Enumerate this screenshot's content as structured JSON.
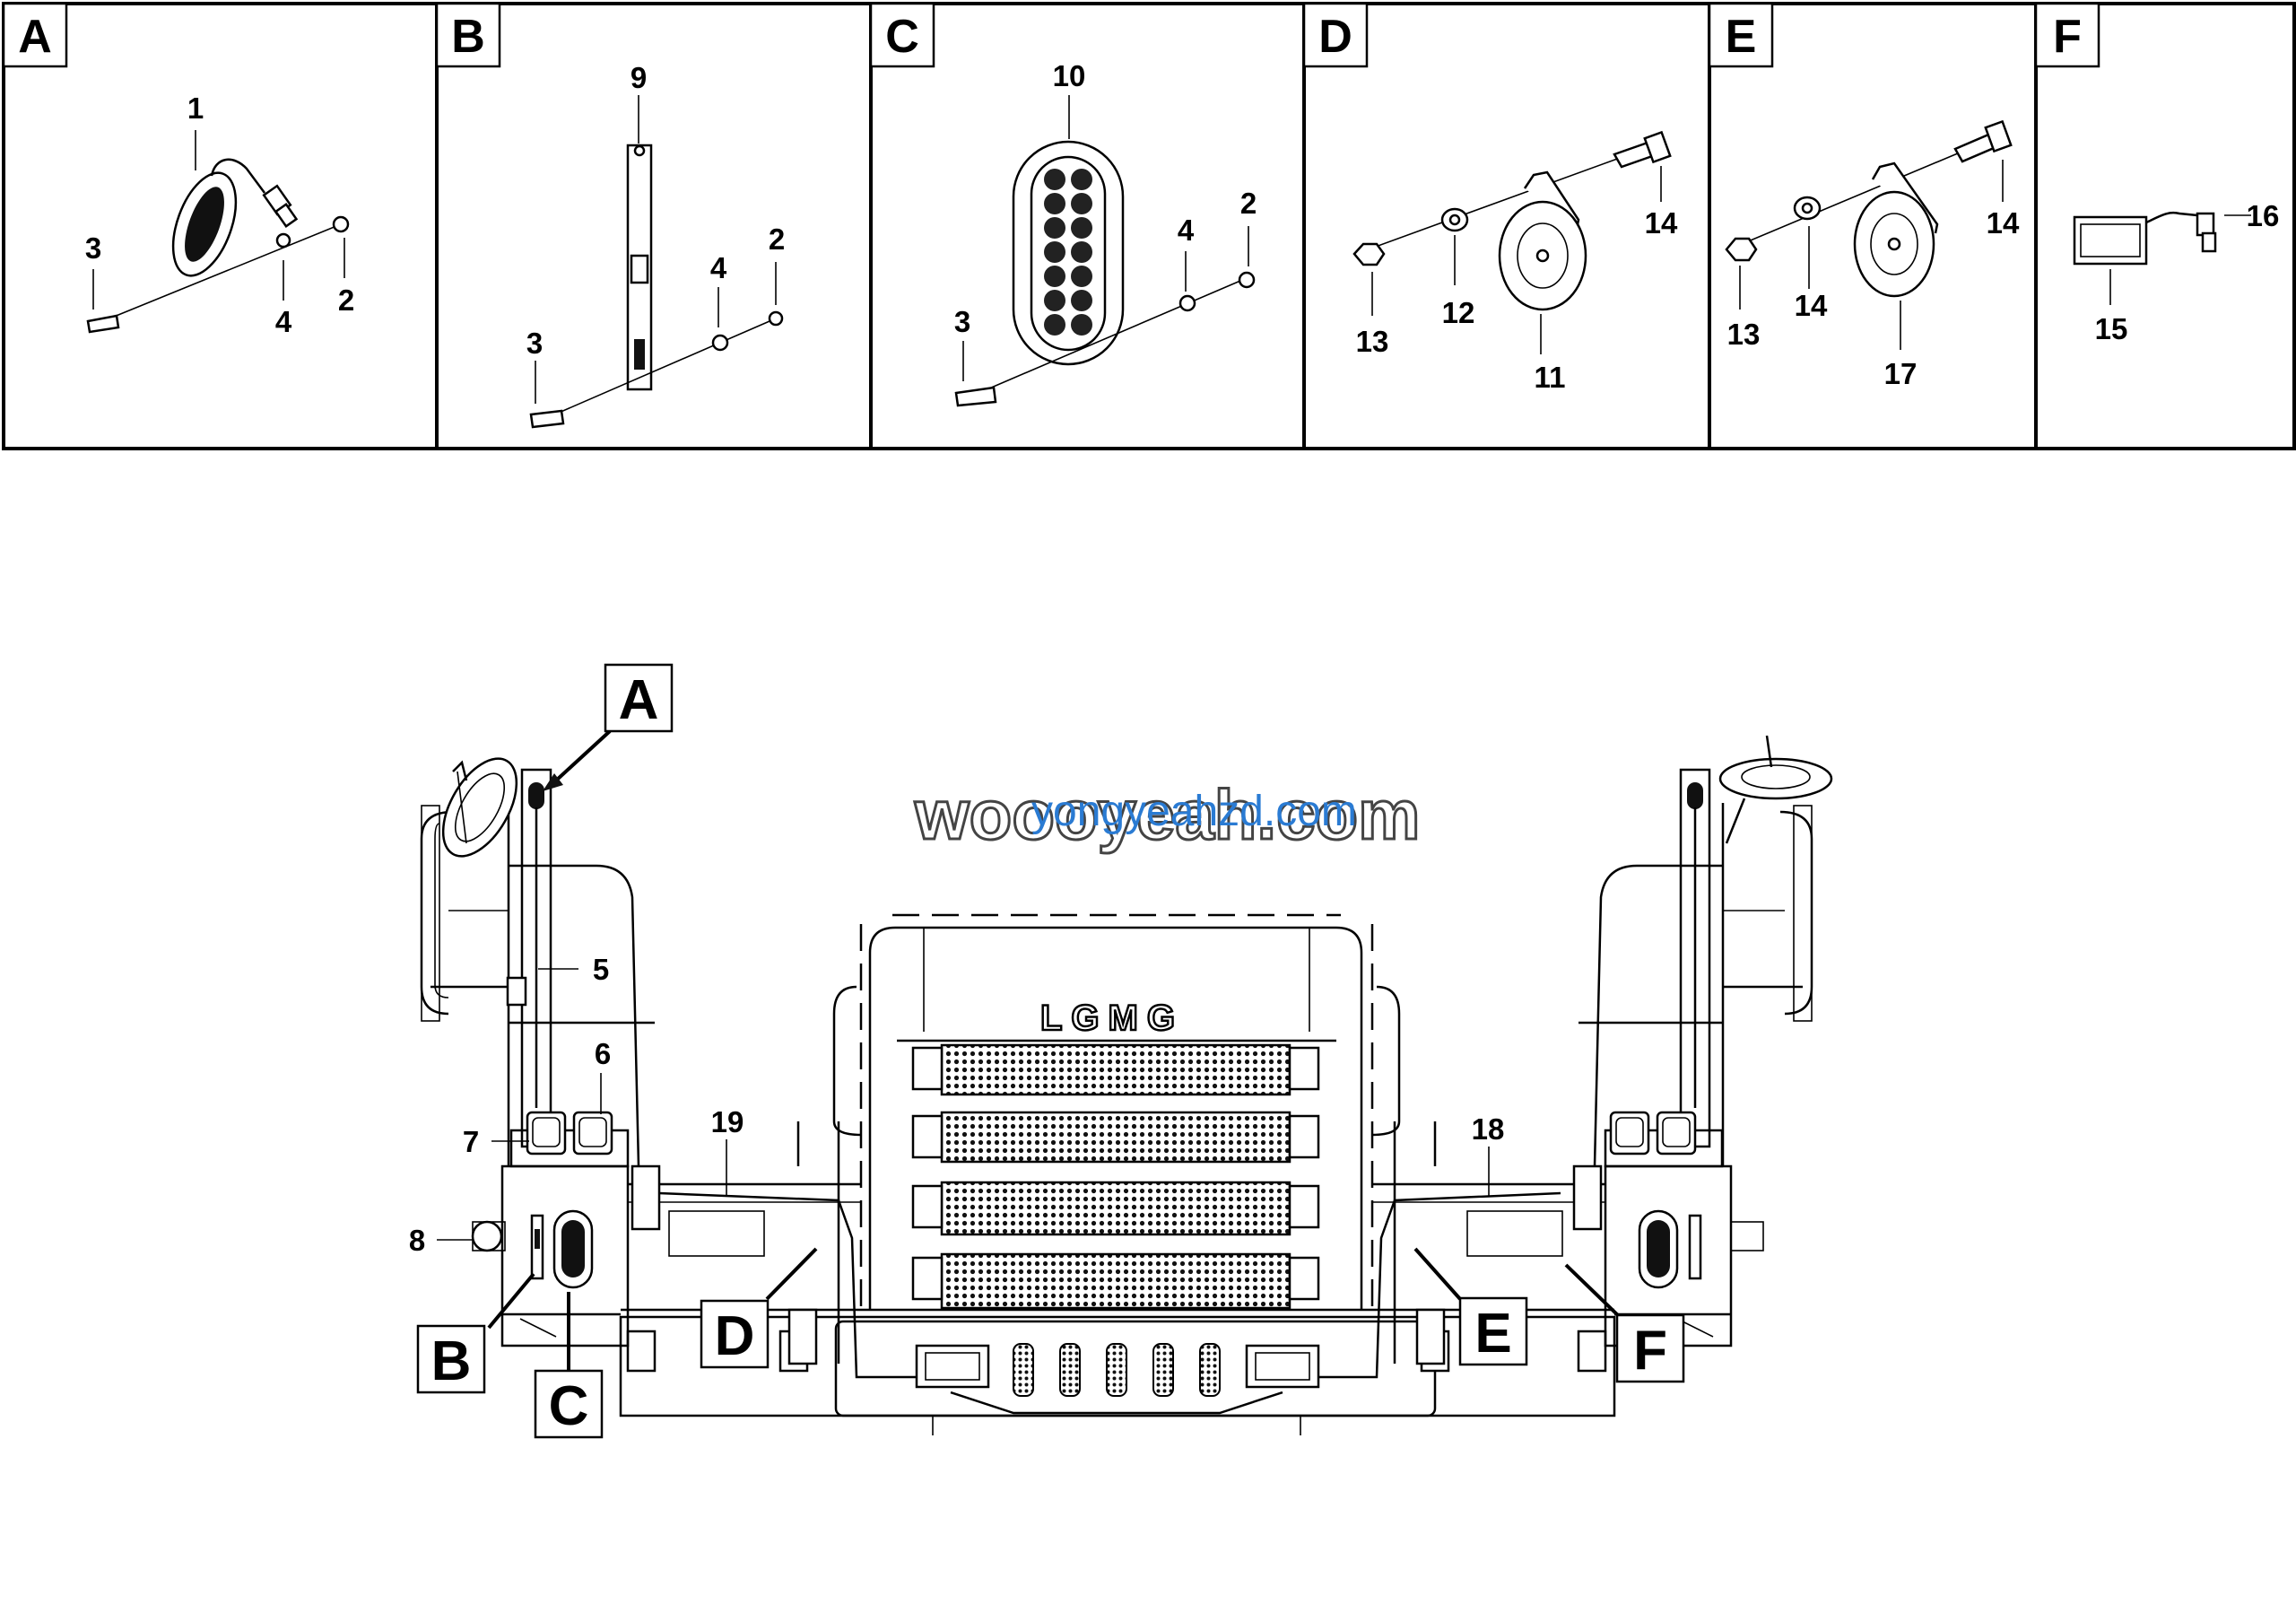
{
  "panels": [
    {
      "id": "A",
      "letter": "A"
    },
    {
      "id": "B",
      "letter": "B"
    },
    {
      "id": "C",
      "letter": "C"
    },
    {
      "id": "D",
      "letter": "D"
    },
    {
      "id": "E",
      "letter": "E"
    },
    {
      "id": "F",
      "letter": "F"
    }
  ],
  "panel_numbers": {
    "A": [
      "1",
      "3",
      "4",
      "2"
    ],
    "B": [
      "9",
      "4",
      "2",
      "3"
    ],
    "C": [
      "10",
      "2",
      "4",
      "3"
    ],
    "D": [
      "14",
      "13",
      "12",
      "11"
    ],
    "E": [
      "14",
      "13",
      "14",
      "17"
    ],
    "F": [
      "16",
      "15"
    ]
  },
  "callouts": [
    "A",
    "B",
    "C",
    "D",
    "E",
    "F"
  ],
  "main_numbers": [
    "5",
    "6",
    "7",
    "8",
    "19",
    "18"
  ],
  "brand": "LGMG",
  "watermark": {
    "line1": "woooyeah.com",
    "line2": "yongyeahzd.com"
  }
}
